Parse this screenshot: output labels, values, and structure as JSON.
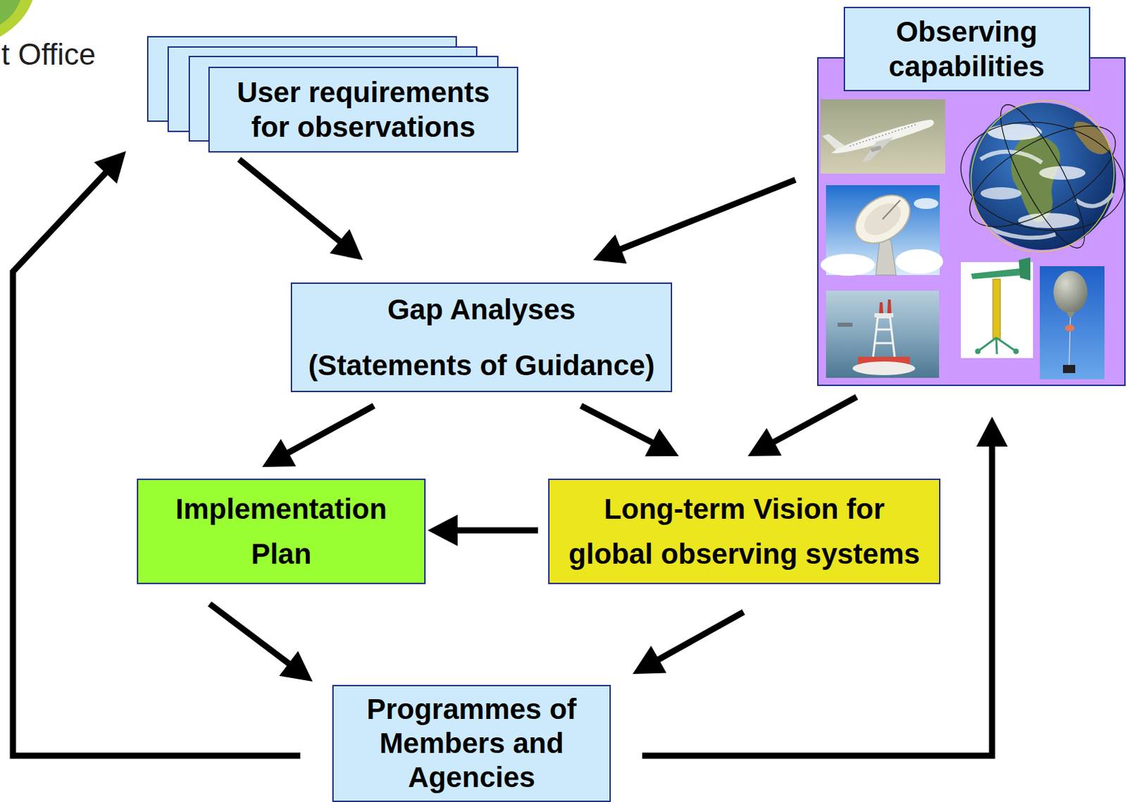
{
  "diagram": {
    "nodes": [
      {
        "text": [
          "User requirements for observations"
        ]
      },
      {
        "text": [
          "Observing capabilities"
        ]
      },
      {
        "text": [
          "Gap Analyses",
          "(Statements of Guidance)"
        ]
      },
      {
        "text": [
          "Implementation Plan"
        ]
      },
      {
        "text": [
          "Long-term Vision for global observing systems"
        ]
      },
      {
        "text": [
          "Programmes of Members and Agencies"
        ]
      }
    ],
    "edges": [
      {
        "from": 0,
        "to": 2,
        "arrow": "to"
      },
      {
        "from": 1,
        "to": 2,
        "arrow": "to"
      },
      {
        "from": 2,
        "to": 3,
        "arrow": "to"
      },
      {
        "from": 2,
        "to": 4,
        "arrow": "to"
      },
      {
        "from": 1,
        "to": 4,
        "arrow": "to"
      },
      {
        "from": 4,
        "to": 3,
        "arrow": "to"
      },
      {
        "from": 3,
        "to": 5,
        "arrow": "to"
      },
      {
        "from": 4,
        "to": 5,
        "arrow": "to"
      },
      {
        "from": 5,
        "to": 0,
        "arrow": "to"
      },
      {
        "from": 5,
        "to": 1,
        "arrow": "to"
      }
    ],
    "labels": [
      "t Office"
    ]
  }
}
